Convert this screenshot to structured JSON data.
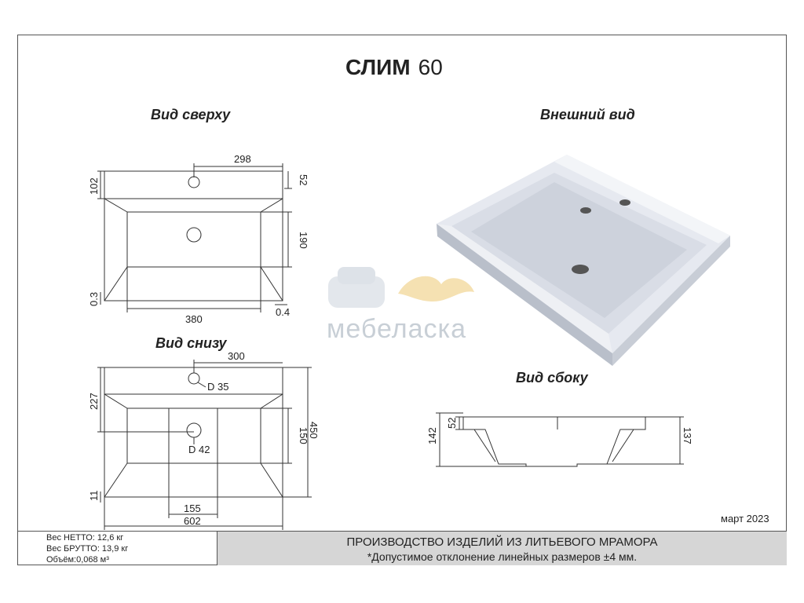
{
  "header": {
    "title_bold": "СЛИМ",
    "title_size": "60"
  },
  "views": {
    "top": "Вид сверху",
    "external": "Внешний вид",
    "bottom": "Вид снизу",
    "side": "Вид сбоку"
  },
  "dims_top": {
    "d298": "298",
    "d52": "52",
    "d102": "102",
    "d190": "190",
    "d03": "0.3",
    "d380": "380",
    "d04": "0.4"
  },
  "dims_bottom": {
    "d300": "300",
    "d227": "227",
    "dD35": "D 35",
    "dD42": "D 42",
    "d150": "150",
    "d450": "450",
    "d11": "11",
    "d155": "155",
    "d602": "602"
  },
  "dims_side": {
    "d52": "52",
    "d142": "142",
    "d137": "137"
  },
  "watermark": {
    "text": "мебеласка"
  },
  "date": "март 2023",
  "specs": {
    "netto": "Вес НЕТТО: 12,6 кг",
    "brutto": "Вес БРУТТО: 13,9 кг",
    "volume": "Объём:0,068 м³"
  },
  "footer": {
    "line1": "ПРОИЗВОДСТВО ИЗДЕЛИЙ ИЗ ЛИТЬЕВОГО МРАМОРА",
    "line2": "*Допустимое отклонение линейных размеров ±4 мм."
  }
}
